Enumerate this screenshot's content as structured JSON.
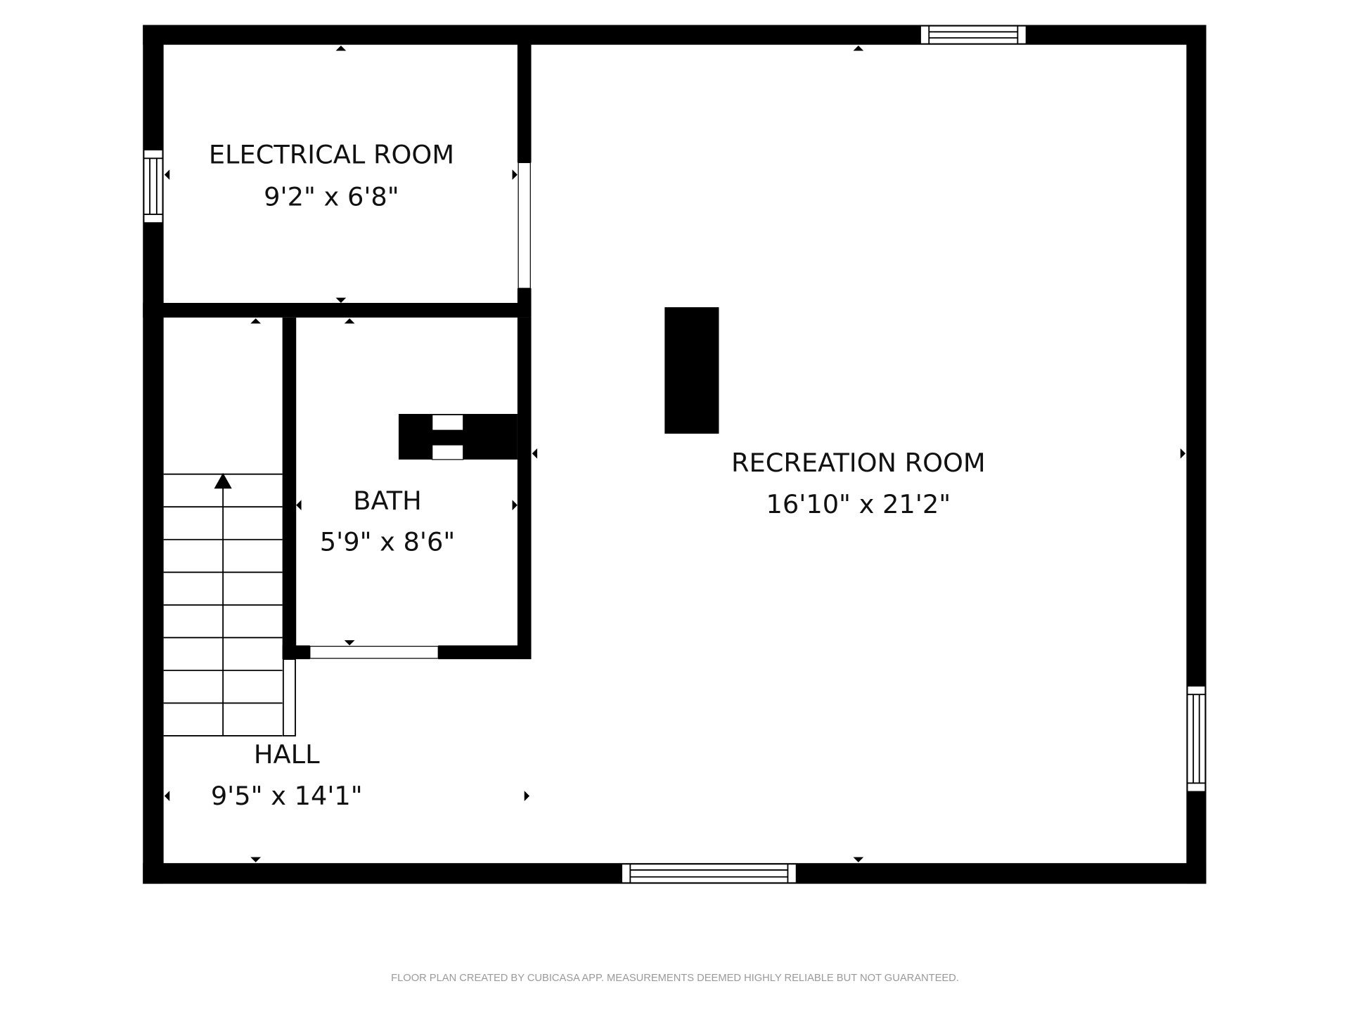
{
  "rooms": [
    {
      "name": "ELECTRICAL ROOM",
      "size": "9'2\" x 6'8\""
    },
    {
      "name": "RECREATION ROOM",
      "size": "16'10\" x 21'2\""
    },
    {
      "name": "BATH",
      "size": "5'9\" x 8'6\""
    },
    {
      "name": "HALL",
      "size": "9'5\" x 14'1\""
    }
  ],
  "footer": "FLOOR PLAN CREATED BY CUBICASA APP. MEASUREMENTS DEEMED HIGHLY RELIABLE BUT NOT GUARANTEED.",
  "colors": {
    "wall": "#000000",
    "background": "#ffffff",
    "footer": "#9a9a9a"
  }
}
